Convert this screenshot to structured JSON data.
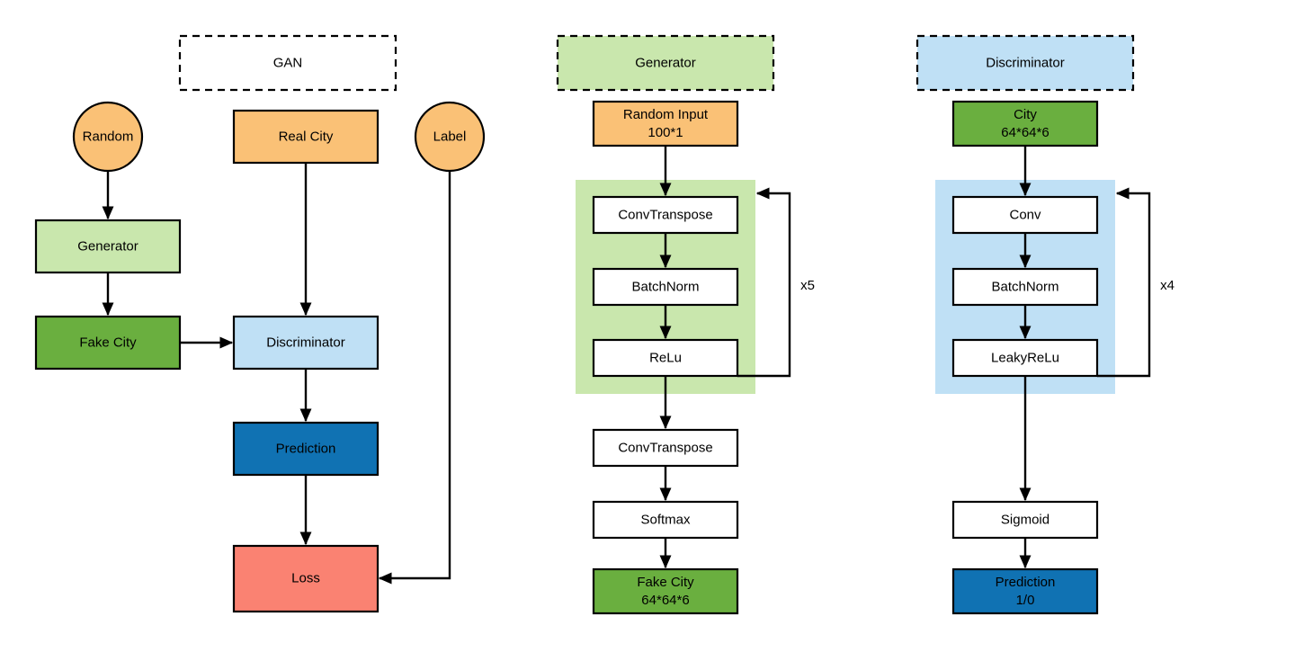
{
  "diagram": {
    "title_groups": [
      {
        "id": "gan",
        "label": "GAN"
      },
      {
        "id": "generator",
        "label": "Generator"
      },
      {
        "id": "discriminator",
        "label": "Discriminator"
      }
    ],
    "colors": {
      "orange": "#fac176",
      "light_green": "#c9e7ad",
      "green": "#6aaf3f",
      "light_blue": "#bfe0f5",
      "blue": "#1072b3",
      "salmon": "#fa8272",
      "white": "#ffffff",
      "stroke": "#000000",
      "background": "#ffffff"
    },
    "panels": {
      "gan": {
        "label": "GAN",
        "fill": "#ffffff",
        "style": "dashed"
      },
      "generator": {
        "label": "Generator",
        "fill": "#c9e7ad",
        "style": "dashed"
      },
      "discriminator": {
        "label": "Discriminator",
        "fill": "#bfe0f5",
        "style": "dashed"
      }
    },
    "gan_column": {
      "nodes": [
        {
          "id": "random",
          "label": "Random",
          "shape": "ellipse",
          "fill": "#fac176"
        },
        {
          "id": "real-city",
          "label": "Real City",
          "shape": "rect",
          "fill": "#fac176"
        },
        {
          "id": "label",
          "label": "Label",
          "shape": "ellipse",
          "fill": "#fac176"
        },
        {
          "id": "generator",
          "label": "Generator",
          "shape": "rect",
          "fill": "#c9e7ad"
        },
        {
          "id": "fake-city",
          "label": "Fake City",
          "shape": "rect",
          "fill": "#6aaf3f"
        },
        {
          "id": "discriminator",
          "label": "Discriminator",
          "shape": "rect",
          "fill": "#bfe0f5"
        },
        {
          "id": "prediction",
          "label": "Prediction",
          "shape": "rect",
          "fill": "#1072b3"
        },
        {
          "id": "loss",
          "label": "Loss",
          "shape": "rect",
          "fill": "#fa8272"
        }
      ],
      "edges": [
        {
          "from": "random",
          "to": "generator"
        },
        {
          "from": "generator",
          "to": "fake-city"
        },
        {
          "from": "fake-city",
          "to": "discriminator"
        },
        {
          "from": "real-city",
          "to": "discriminator"
        },
        {
          "from": "discriminator",
          "to": "prediction"
        },
        {
          "from": "prediction",
          "to": "loss"
        },
        {
          "from": "label",
          "to": "loss"
        }
      ]
    },
    "generator_column": {
      "nodes": [
        {
          "id": "random-input",
          "line1": "Random Input",
          "line2": "100*1",
          "fill": "#fac176"
        },
        {
          "id": "convtranspose-loop",
          "line1": "ConvTranspose",
          "line2": "",
          "fill": "#ffffff"
        },
        {
          "id": "batchnorm",
          "line1": "BatchNorm",
          "line2": "",
          "fill": "#ffffff"
        },
        {
          "id": "relu",
          "line1": "ReLu",
          "line2": "",
          "fill": "#ffffff"
        },
        {
          "id": "convtranspose-final",
          "line1": "ConvTranspose",
          "line2": "",
          "fill": "#ffffff"
        },
        {
          "id": "softmax",
          "line1": "Softmax",
          "line2": "",
          "fill": "#ffffff"
        },
        {
          "id": "fake-city-out",
          "line1": "Fake City",
          "line2": "64*64*6",
          "fill": "#6aaf3f"
        }
      ],
      "loop_label": "x5",
      "block_fill": "#c9e7ad"
    },
    "discriminator_column": {
      "nodes": [
        {
          "id": "city-input",
          "line1": "City",
          "line2": "64*64*6",
          "fill": "#6aaf3f"
        },
        {
          "id": "conv",
          "line1": "Conv",
          "line2": "",
          "fill": "#ffffff"
        },
        {
          "id": "batchnorm",
          "line1": "BatchNorm",
          "line2": "",
          "fill": "#ffffff"
        },
        {
          "id": "leakyrelu",
          "line1": "LeakyReLu",
          "line2": "",
          "fill": "#ffffff"
        },
        {
          "id": "sigmoid",
          "line1": "Sigmoid",
          "line2": "",
          "fill": "#ffffff"
        },
        {
          "id": "prediction-out",
          "line1": "Prediction",
          "line2": "1/0",
          "fill": "#1072b3"
        }
      ],
      "loop_label": "x4",
      "block_fill": "#bfe0f5"
    }
  }
}
